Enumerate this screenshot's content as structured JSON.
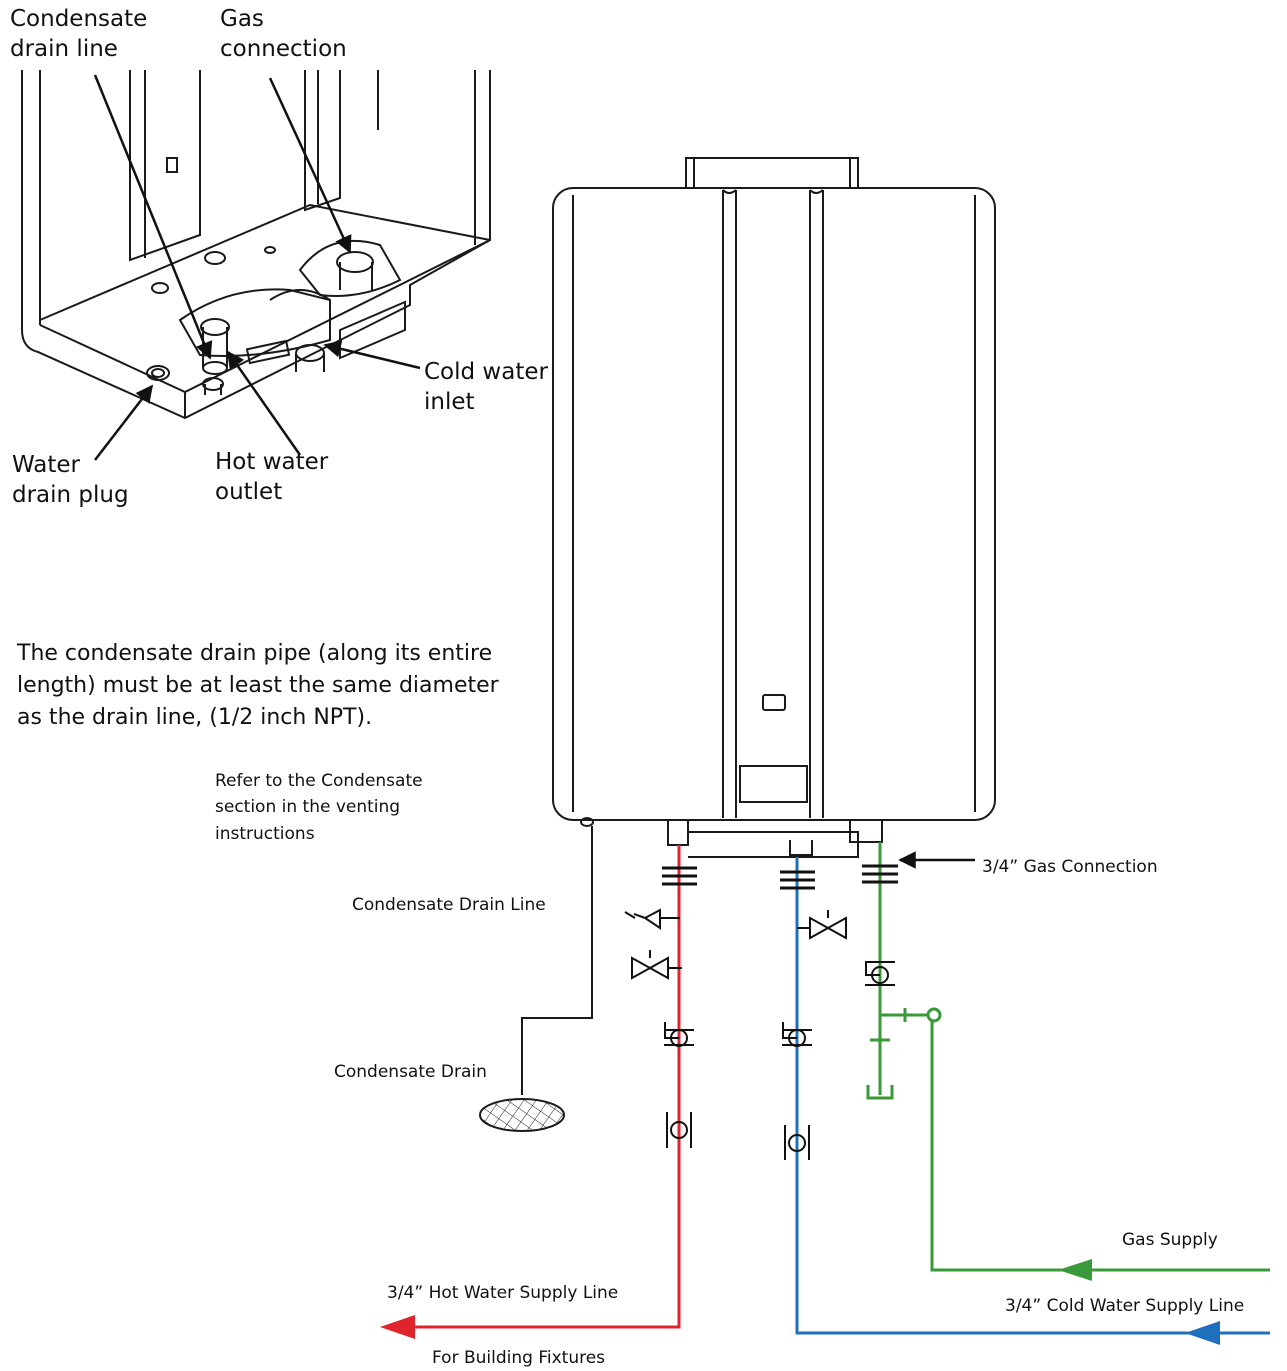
{
  "top_labels": {
    "condensate_drain_line": "Condensate\ndrain line",
    "gas_connection": "Gas\nconnection",
    "cold_water_inlet": "Cold water\ninlet",
    "water_drain_plug": "Water\ndrain plug",
    "hot_water_outlet": "Hot water\noutlet"
  },
  "note": {
    "main": "The condensate drain pipe (along its entire\nlength) must be at least the same diameter\nas the drain line, (1/2 inch NPT).",
    "refer": "Refer to the Condensate\nsection in the venting\ninstructions"
  },
  "piping_labels": {
    "gas_connection": "3/4” Gas Connection",
    "condensate_drain_line": "Condensate Drain Line",
    "condensate_drain": "Condensate Drain",
    "gas_supply": "Gas Supply",
    "cold_water_supply": "3/4” Cold Water Supply Line",
    "hot_water_supply": "3/4” Hot Water Supply Line",
    "fixtures": "For Building Fixtures"
  },
  "colors": {
    "hot_water": "#e0242c",
    "cold_water": "#1f6fbf",
    "gas": "#3a9a3a",
    "outline": "#1a1a1a"
  }
}
